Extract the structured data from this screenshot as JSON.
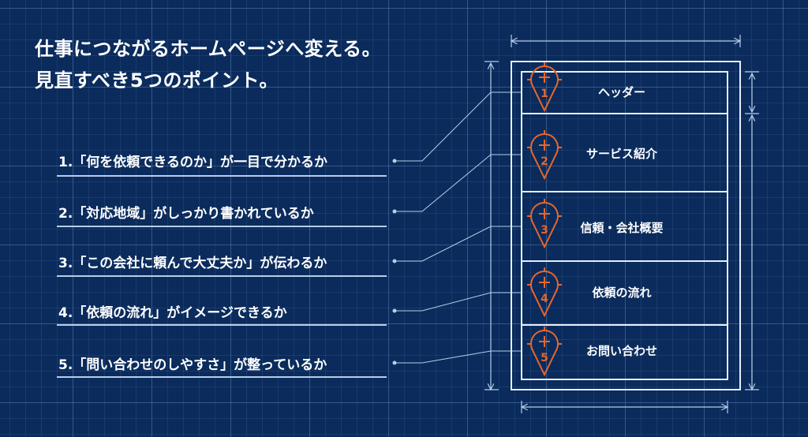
{
  "title": {
    "line1": "仕事につながるホームページへ変える。",
    "line2": "見直すべき5つのポイント。"
  },
  "points": [
    "1.「何を依頼できるのか」が一目で分かるか",
    "2.「対応地域」がしっかり書かれているか",
    "3.「この会社に頼んで大丈夫か」が伝わるか",
    "4.「依頼の流れ」がイメージできるか",
    "5.「問い合わせのしやすさ」が整っているか"
  ],
  "sections": [
    {
      "number": "1",
      "label": "ヘッダー"
    },
    {
      "number": "2",
      "label": "サービス紹介"
    },
    {
      "number": "3",
      "label": "信頼・会社概要"
    },
    {
      "number": "4",
      "label": "依頼の流れ"
    },
    {
      "number": "5",
      "label": "お問い合わせ"
    }
  ],
  "colors": {
    "background": "#0a2b5c",
    "accent": "#e8662a",
    "line": "#b8cde8"
  }
}
